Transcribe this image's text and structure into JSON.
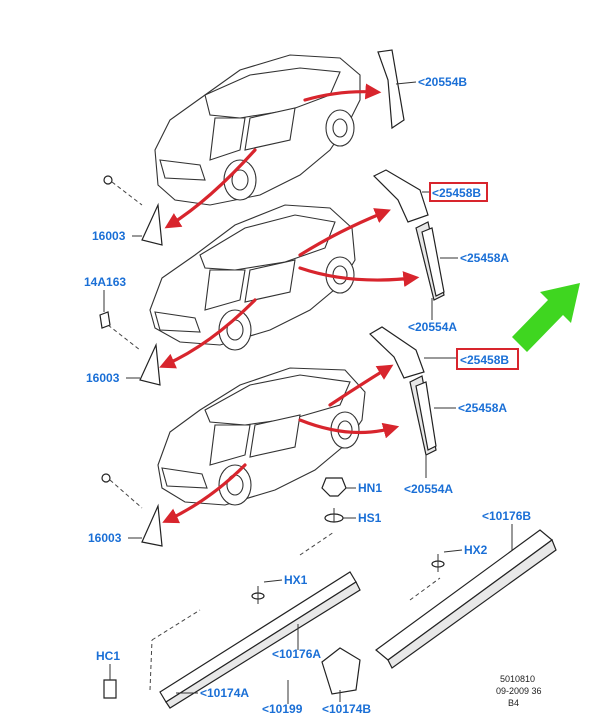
{
  "labels": {
    "p20554b": "<20554B",
    "p25458b_1": "<25458B",
    "p25458a_1": "<25458A",
    "p20554a_1": "<20554A",
    "p25458b_2": "<25458B",
    "p25458a_2": "<25458A",
    "p20554a_2": "<20554A",
    "p16003_1": "16003",
    "p16003_2": "16003",
    "p16003_3": "16003",
    "p14a163": "14A163",
    "hn1": "HN1",
    "hs1": "HS1",
    "hx1": "HX1",
    "hx2": "HX2",
    "hc1": "HC1",
    "p10176b": "<10176B",
    "p10176a": "<10176A",
    "p10174a": "<10174A",
    "p10174b": "<10174B",
    "p10199": "<10199"
  },
  "reference": {
    "code": "5010810",
    "date": "09-2009 36",
    "sheet": "B4"
  },
  "colors": {
    "label_blue": "#1a6fd6",
    "highlight_red": "#d8252d",
    "pointer_green": "#3fd620"
  }
}
